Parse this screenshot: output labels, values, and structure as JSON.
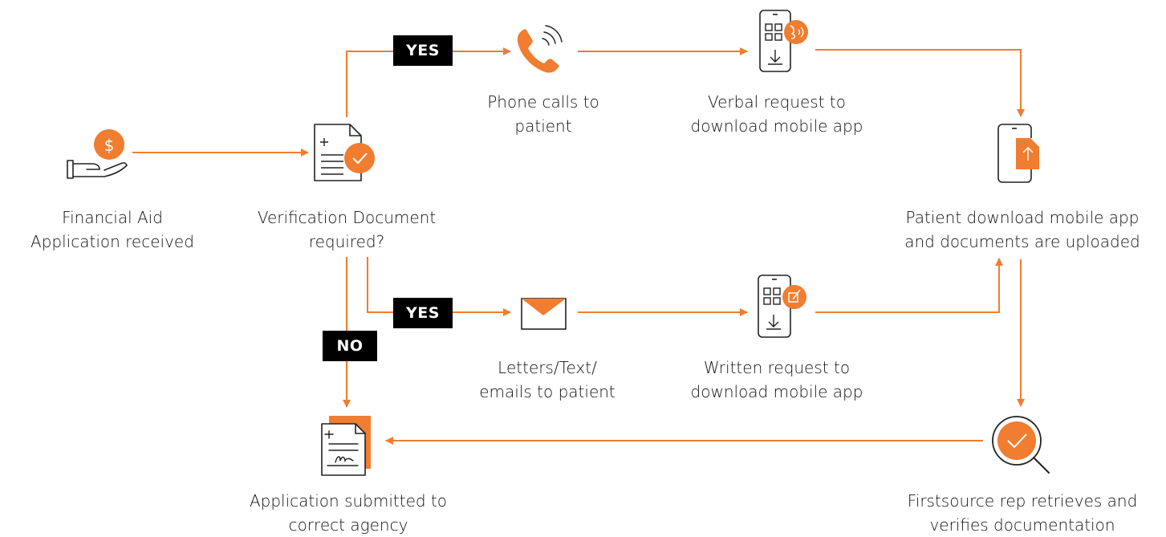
{
  "colors": {
    "accent": "#F07D30",
    "ink": "#111111",
    "tag_bg": "#000000",
    "tag_text": "#FFFFFF"
  },
  "nodes": {
    "financial_aid": {
      "line1": "Financial Aid",
      "line2": "Application received",
      "icon": "hand-dollar-icon"
    },
    "verification": {
      "line1": "Verification Document",
      "line2": "required?",
      "icon": "document-check-icon"
    },
    "phone": {
      "line1": "Phone calls to",
      "line2": "patient",
      "icon": "phone-ringing-icon"
    },
    "verbal": {
      "line1": "Verbal request to",
      "line2": "download mobile app",
      "icon": "mobile-voice-icon"
    },
    "patient_download": {
      "line1": "Patient download mobile app",
      "line2": "and documents are uploaded",
      "icon": "mobile-upload-icon"
    },
    "letters": {
      "line1": "Letters/Text/",
      "line2": "emails to patient",
      "icon": "envelope-icon"
    },
    "written": {
      "line1": "Written request to",
      "line2": "download mobile app",
      "icon": "mobile-write-icon"
    },
    "submitted": {
      "line1": "Application submitted to",
      "line2": "correct agency",
      "icon": "signed-document-icon"
    },
    "firstsource": {
      "line1": "Firstsource rep retrieves and",
      "line2": "verifies documentation",
      "icon": "magnifier-check-icon"
    }
  },
  "tags": {
    "yes_top": "YES",
    "yes_bottom": "YES",
    "no": "NO"
  },
  "icon_text": {
    "dollar": "$"
  }
}
